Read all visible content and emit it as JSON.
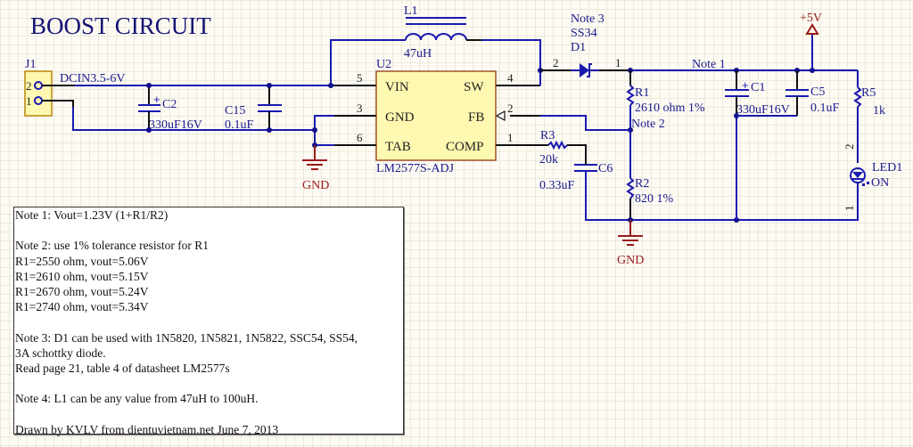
{
  "title": "BOOST CIRCUIT",
  "colors": {
    "wire": "#1a1ab0",
    "power_symbol": "#9a1a1a",
    "ic_fill": "#fff8b0",
    "ic_border": "#a0522d",
    "background": "#fdfbf3"
  },
  "components": {
    "j1": {
      "ref": "J1",
      "net_label": "DCIN3.5-6V",
      "pins": [
        "2",
        "1"
      ]
    },
    "c2": {
      "ref": "C2",
      "value": "330uF16V"
    },
    "c15": {
      "ref": "C15",
      "value": "0.1uF"
    },
    "l1": {
      "ref": "L1",
      "value": "47uH"
    },
    "u2": {
      "ref": "U2",
      "part": "LM2577S-ADJ",
      "pins_left": [
        {
          "num": "5",
          "name": "VIN"
        },
        {
          "num": "3",
          "name": "GND"
        },
        {
          "num": "6",
          "name": "TAB"
        }
      ],
      "pins_right": [
        {
          "num": "4",
          "name": "SW"
        },
        {
          "num": "2",
          "name": "FB"
        },
        {
          "num": "1",
          "name": "COMP"
        }
      ]
    },
    "d1": {
      "note": "Note 3",
      "value": "SS34",
      "ref": "D1",
      "pin_a": "2",
      "pin_k": "1"
    },
    "r1": {
      "ref": "R1",
      "value": "2610 ohm 1%"
    },
    "r2": {
      "ref": "R2",
      "value": "820 1%"
    },
    "r3": {
      "ref": "R3",
      "value": "20k"
    },
    "c6": {
      "ref": "C6",
      "value": "0.33uF"
    },
    "c1": {
      "ref": "C1",
      "value": "330uF16V"
    },
    "c5": {
      "ref": "C5",
      "value": "0.1uF"
    },
    "r5": {
      "ref": "R5",
      "value": "1k"
    },
    "led1": {
      "ref": "LED1",
      "value": "ON",
      "pin_top": "2",
      "pin_bottom": "1"
    }
  },
  "net_labels": {
    "note1": "Note 1",
    "note2": "Note 2",
    "vcc": "+5V",
    "gnd1": "GND",
    "gnd2": "GND"
  },
  "notes": [
    "Note 1: Vout=1.23V (1+R1/R2)",
    "",
    "Note 2: use 1% tolerance resistor for R1",
    "R1=2550 ohm, vout=5.06V",
    "R1=2610 ohm, vout=5.15V",
    "R1=2670 ohm, vout=5.24V",
    "R1=2740 ohm, vout=5.34V",
    "",
    "Note 3: D1 can be used with 1N5820, 1N5821, 1N5822, SSC54, SS54,",
    "3A schottky diode.",
    "Read page 21, table 4 of datasheet LM2577s",
    "",
    "Note 4: L1 can be any value from 47uH to 100uH.",
    "",
    "Drawn by KVLV from dientuvietnam.net June 7, 2013"
  ]
}
